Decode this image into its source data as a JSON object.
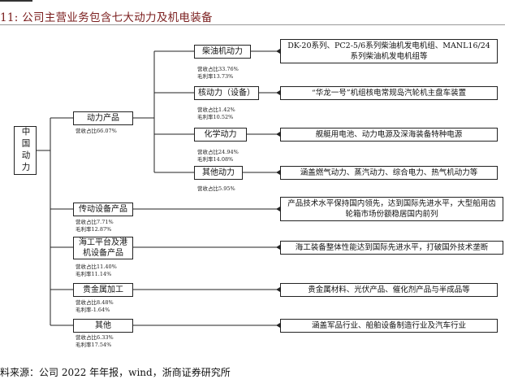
{
  "header": {
    "title": "11:  公司主营业务包含七大动力及机电装备",
    "source": "料来源：公司 2022 年年报，wind，浙商证券研究所"
  },
  "root": {
    "label": "中国动力"
  },
  "level1": [
    {
      "label": "动力产品",
      "revenue": "营收占比66.07%",
      "margin": ""
    },
    {
      "label": "传动设备产品",
      "revenue": "营收占比7.71%",
      "margin": "毛利率12.87%"
    },
    {
      "label": "海工平台及港机设备产品",
      "revenue": "营收占比11.40%",
      "margin": "毛利率11.14%"
    },
    {
      "label": "贵金属加工",
      "revenue": "营收占比8.48%",
      "margin": "毛利率-1.64%"
    },
    {
      "label": "其他",
      "revenue": "营收占比6.33%",
      "margin": "毛利率17.54%"
    }
  ],
  "level2": [
    {
      "label": "柴油机动力",
      "revenue": "营收占比33.76%",
      "margin": "毛利率13.73%"
    },
    {
      "label": "核动力（设备）",
      "revenue": "营收占比1.42%",
      "margin": "毛利率10.52%"
    },
    {
      "label": "化学动力",
      "revenue": "营收占比24.94%",
      "margin": "毛利率14.08%"
    },
    {
      "label": "其他动力",
      "revenue": "营收占比5.95%",
      "margin": ""
    }
  ],
  "descriptions": [
    "DK-20系列、PC2-5/6系列柴油机发电机组、MANL16/24系列柴油机发电机组等",
    "“华龙一号”机组核电常规岛汽轮机主盘车装置",
    "舰艇用电池、动力电源及深海装备特种电源",
    "涵盖燃气动力、蒸汽动力、综合电力、热气机动力等",
    "产品技术水平保持国内领先，达到国际先进水平，大型船用齿轮箱市场份额稳居国内前列",
    "海工装备整体性能达到国际先进水平，打破国外技术垄断",
    "贵金属材料、光伏产品、催化剂产品与半成品等",
    "涵盖军品行业、船舶设备制造行业及汽车行业"
  ]
}
